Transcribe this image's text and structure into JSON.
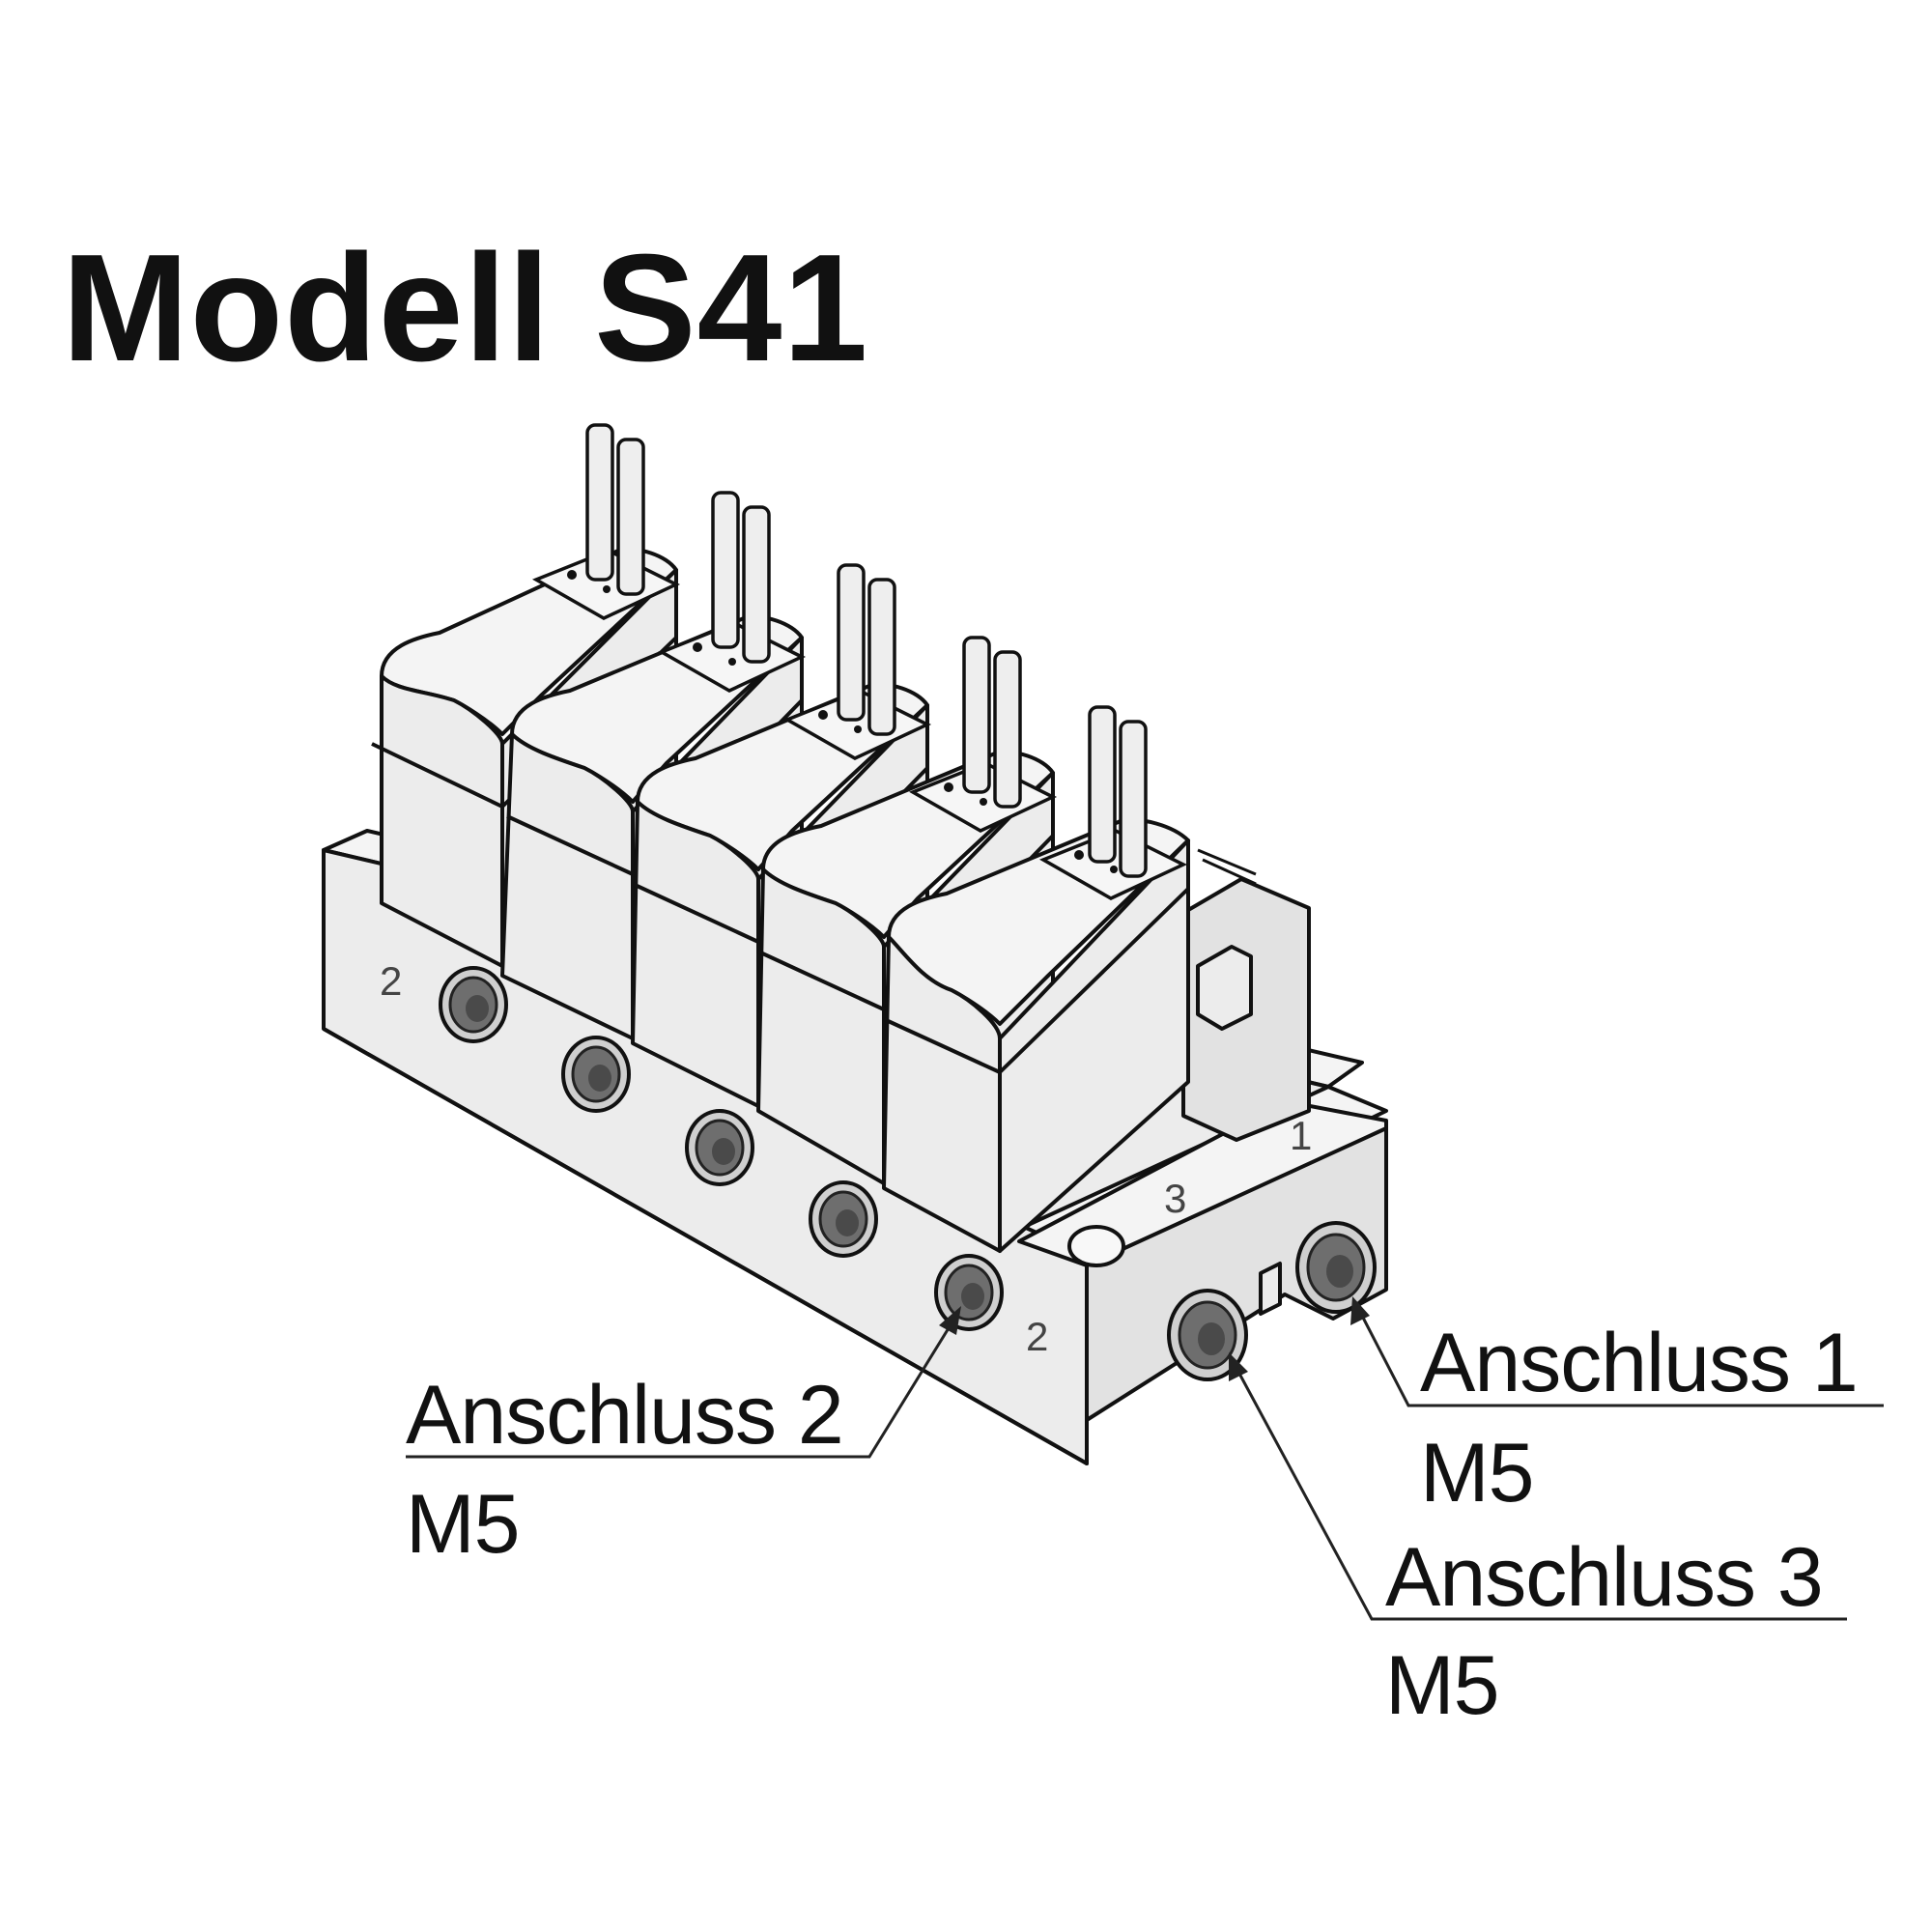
{
  "title": "Modell S41",
  "callouts": {
    "port2": {
      "label": "Anschluss 2",
      "size": "M5"
    },
    "port1": {
      "label": "Anschluss 1",
      "size": "M5"
    },
    "port3": {
      "label": "Anschluss 3",
      "size": "M5"
    }
  },
  "manifold_marks": {
    "left_port_number": "2",
    "front_port_number": "2",
    "top_port_number_1": "1",
    "top_port_number_3": "3"
  },
  "icons": [
    "solenoid-valve-icon",
    "manifold-icon"
  ]
}
